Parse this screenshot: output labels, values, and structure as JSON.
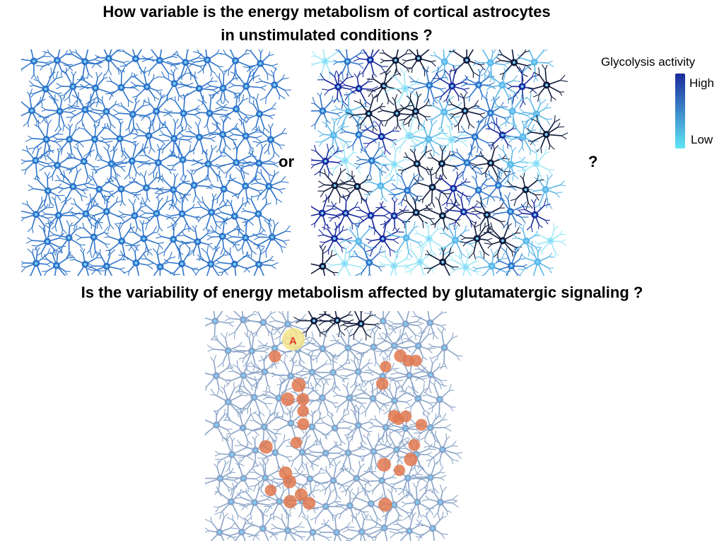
{
  "heading": {
    "line1": "How variable is the energy metabolism of cortical astrocytes",
    "line2": "in unstimulated conditions ?"
  },
  "connector_or": "or",
  "connector_question": "?",
  "question2": "Is the variability of energy metabolism affected by glutamatergic signaling ?",
  "legend": {
    "title": "Glycolysis activity",
    "high_label": "High",
    "low_label": "Low",
    "high_color": "#1a2a9c",
    "low_color": "#5fe6f5"
  },
  "stimulus_marker": "A",
  "colors": {
    "uniform_cell": "#2f74c9",
    "dark_cell": "#0f1a3a",
    "pale_cell": "#8aa4c8",
    "ion_sphere": "#e0784f",
    "stimulus_glow": "#f3e48a",
    "stimulus_label": "#e23a2a"
  }
}
